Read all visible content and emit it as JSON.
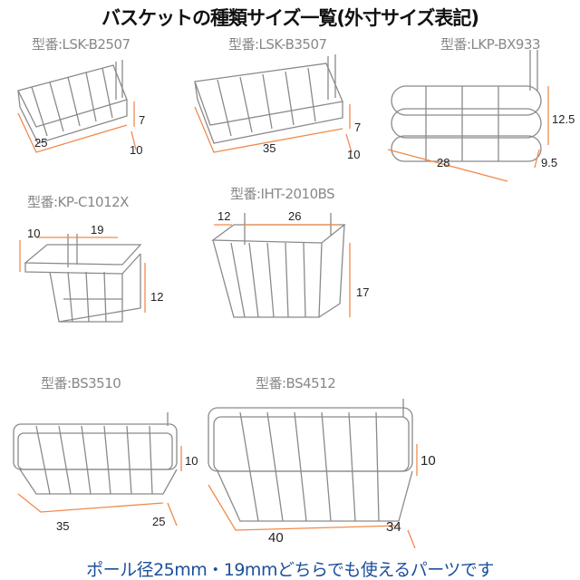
{
  "title": "バスケットの種類サイズ一覧(外寸サイズ表記)",
  "products": [
    {
      "model": "型番:LSK-B2507",
      "dims": [
        "25",
        "7",
        "10"
      ]
    },
    {
      "model": "型番:LSK-B3507",
      "dims": [
        "35",
        "7",
        "10"
      ]
    },
    {
      "model": "型番:LKP-BX933",
      "dims": [
        "28",
        "12.5",
        "9.5"
      ]
    },
    {
      "model": "型番:KP-C1012X",
      "dims": [
        "10",
        "19",
        "12"
      ]
    },
    {
      "model": "型番:IHT-2010BS",
      "dims": [
        "12",
        "26",
        "17"
      ]
    },
    {
      "model": "型番:BS3510",
      "dims": [
        "10",
        "35",
        "25"
      ]
    },
    {
      "model": "型番:BS4512",
      "dims": [
        "10",
        "40",
        "34"
      ]
    }
  ],
  "footer": "ポール径25mm・19mmどちらでも使えるパーツです",
  "colors": {
    "footer": "#1b4f9c",
    "dimension_line": "#f08a4b",
    "wire": "#8a8a8a"
  }
}
